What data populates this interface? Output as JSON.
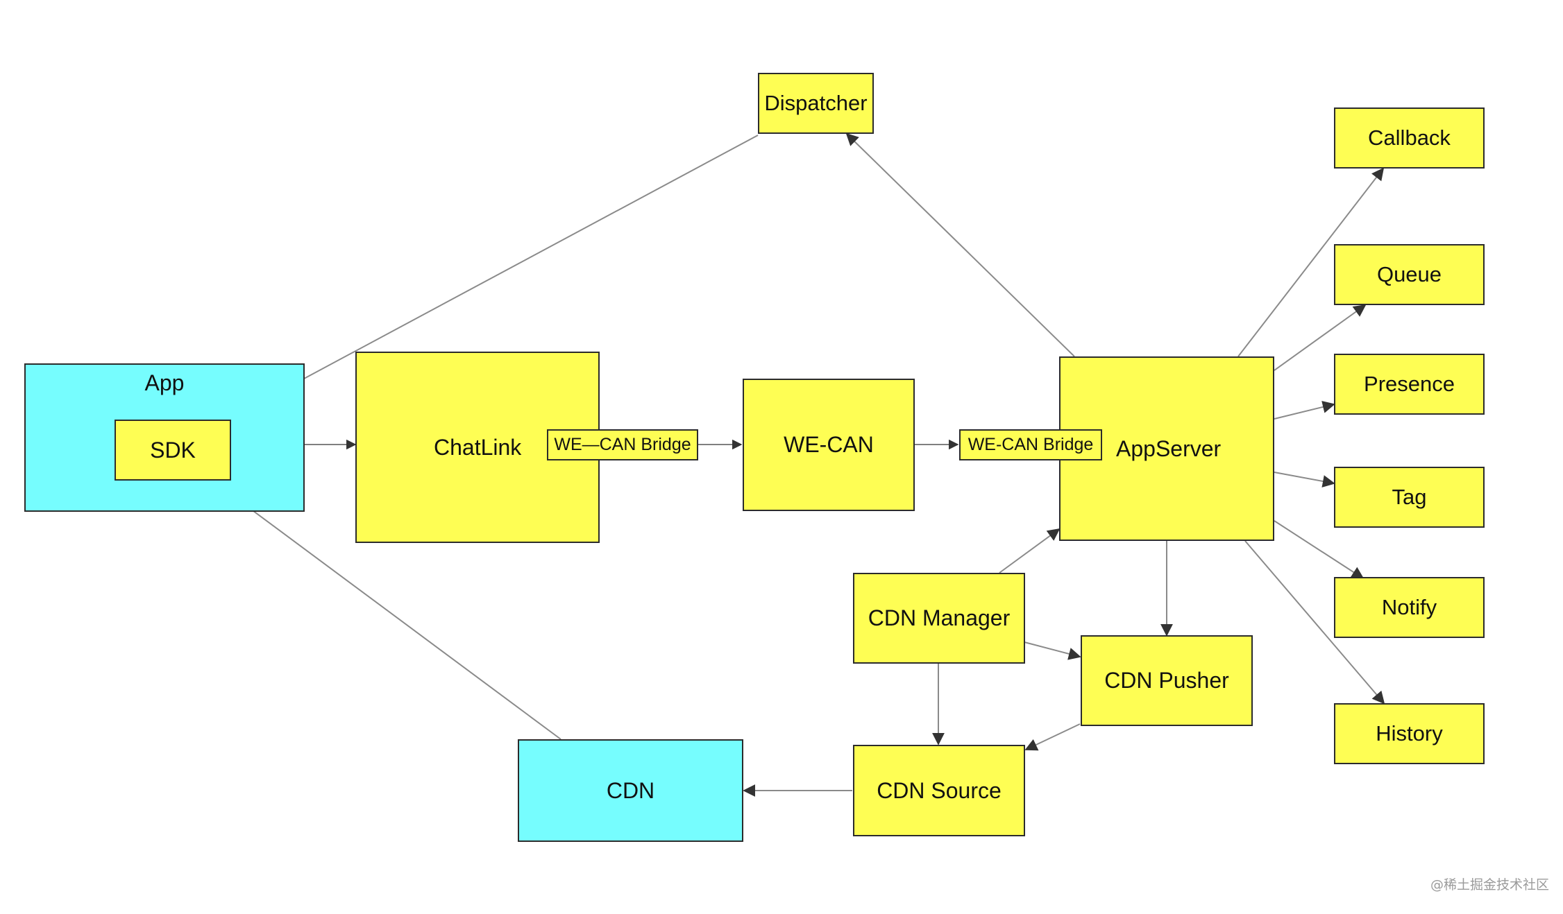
{
  "nodes": {
    "app": "App",
    "sdk": "SDK",
    "chatlink": "ChatLink",
    "bridge_left": "WE—CAN Bridge",
    "wecan": "WE-CAN",
    "bridge_right": "WE-CAN Bridge",
    "appserver": "AppServer",
    "dispatcher": "Dispatcher",
    "callback": "Callback",
    "queue": "Queue",
    "presence": "Presence",
    "tag": "Tag",
    "notify": "Notify",
    "history": "History",
    "cdn_manager": "CDN Manager",
    "cdn_pusher": "CDN Pusher",
    "cdn_source": "CDN Source",
    "cdn": "CDN"
  },
  "colors": {
    "component": "#fefe54",
    "external": "#76fdfe",
    "border": "#2b2b2b",
    "edge": "#8a8a8a"
  },
  "watermark": "@稀土掘金技术社区"
}
